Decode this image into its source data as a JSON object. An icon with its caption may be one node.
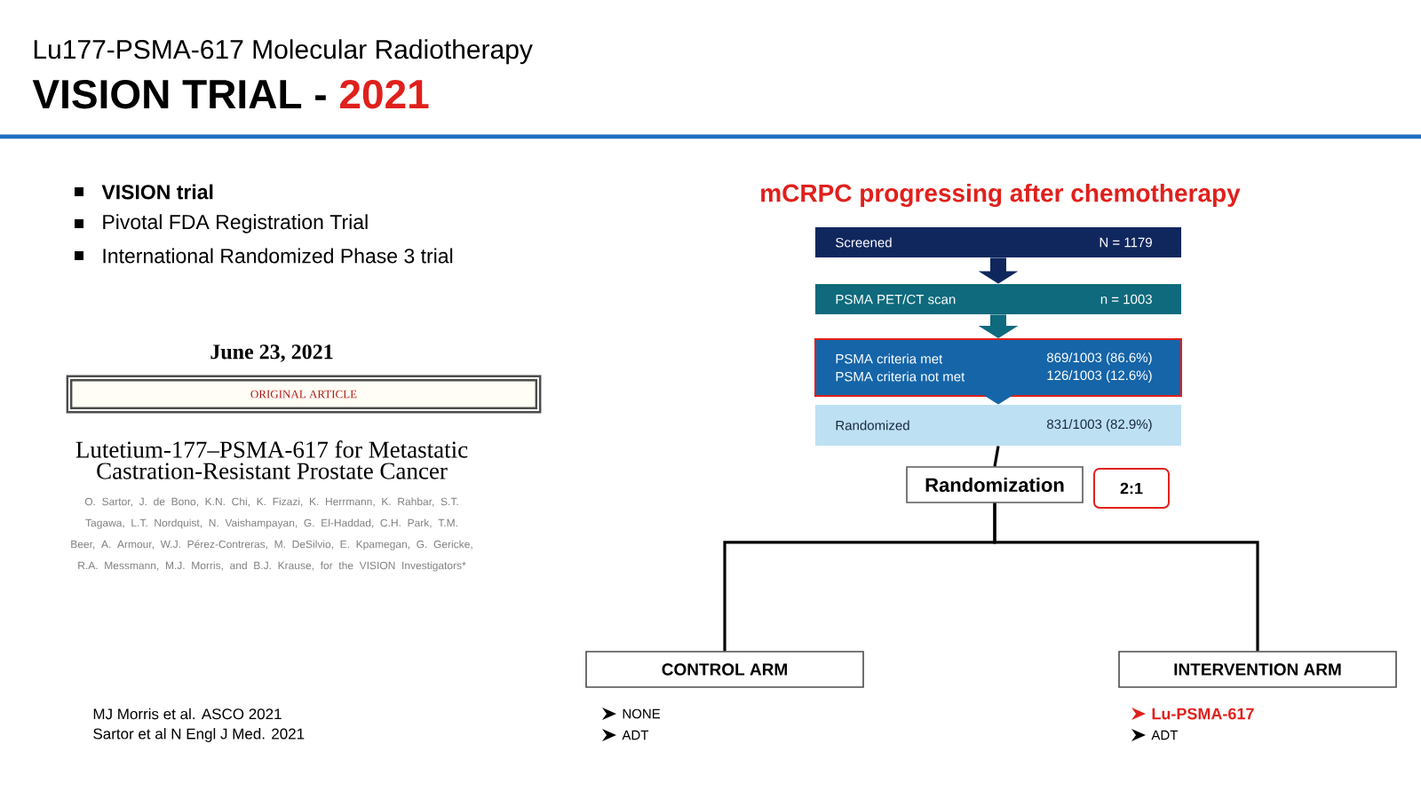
{
  "diagram": {
    "title": "Lu177-PSMA-617 Molecular Radiotherapy",
    "nodes": [
      {
        "text": [
          "Screened",
          "N = 1179"
        ]
      },
      {
        "text": [
          "PSMA PET/CT scan",
          "n = 1003"
        ]
      },
      {
        "text": [
          "PSMA criteria met",
          "869/1003 (86.6%)",
          "PSMA criteria not met",
          "126/1003 (12.6%)"
        ]
      },
      {
        "text": [
          "Randomized",
          "831/1003 (82.9%)"
        ]
      },
      {
        "text": [
          "Randomization"
        ]
      },
      {
        "text": [
          "2:1"
        ]
      },
      {
        "text": [
          "CONTROL ARM"
        ]
      },
      {
        "text": [
          "INTERVENTION ARM"
        ]
      },
      {
        "text": [
          "ORIGINAL ARTICLE"
        ]
      }
    ],
    "edges": [
      {
        "from": 0,
        "to": 1,
        "arrow": "to",
        "style": "thick",
        "color": "#10275e"
      },
      {
        "from": 1,
        "to": 2,
        "arrow": "to",
        "style": "thick",
        "color": "#0f6a7d"
      },
      {
        "from": 2,
        "to": 3,
        "arrow": "to",
        "style": "thick",
        "color": "#1565a8"
      },
      {
        "from": 3,
        "to": 4,
        "arrow": "none"
      },
      {
        "from": 4,
        "to": 6,
        "arrow": "none"
      },
      {
        "from": 4,
        "to": 7,
        "arrow": "none"
      }
    ],
    "labels": [
      "VISION TRIAL -",
      "2021",
      "VISION trial",
      "Pivotal FDA Registration Trial",
      "International Randomized Phase 3 trial",
      "June 23, 2021",
      "Lutetium-177–PSMA-617 for Metastatic Castration-Resistant Prostate Cancer",
      "O. Sartor, J. de Bono, K.N. Chi, K. Fizazi, K. Herrmann, K. Rahbar, S.T. Tagawa, L.T. Nordquist, N. Vaishampayan, G. El-Haddad, C.H. Park, T.M. Beer, A. Armour, W.J. Pérez-Contreras, M. DeSilvio, E. Kpamegan, G. Gericke, R.A. Messmann, M.J. Morris, and B.J. Krause, for the VISION Investigators*",
      "MJ Morris et al. ASCO 2021",
      "Sartor et al N Engl J Med. 2021",
      "mCRPC progressing after chemotherapy",
      "NONE",
      "ADT",
      "Lu-PSMA-617",
      "ADT"
    ]
  }
}
